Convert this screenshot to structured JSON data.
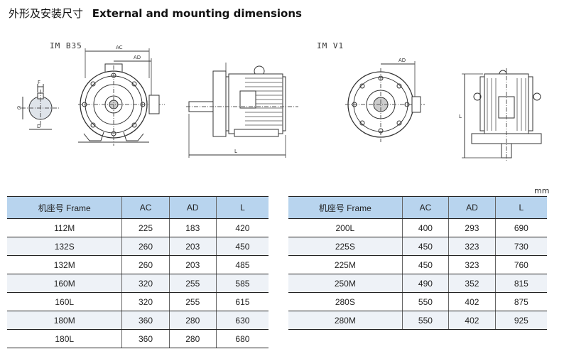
{
  "title": {
    "zh": "外形及安装尺寸",
    "en": "External and mounting dimensions"
  },
  "drawings": {
    "b35_label": "IM B35",
    "v1_label": "IM V1",
    "dim_ac": "AC",
    "dim_ad": "AD",
    "dim_l": "L",
    "dim_f": "F",
    "dim_g": "G",
    "dim_d": "D"
  },
  "unit": "mm",
  "table_left": {
    "headers": [
      "机座号 Frame",
      "AC",
      "AD",
      "L"
    ],
    "rows": [
      [
        "112M",
        "225",
        "183",
        "420"
      ],
      [
        "132S",
        "260",
        "203",
        "450"
      ],
      [
        "132M",
        "260",
        "203",
        "485"
      ],
      [
        "160M",
        "320",
        "255",
        "585"
      ],
      [
        "160L",
        "320",
        "255",
        "615"
      ],
      [
        "180M",
        "360",
        "280",
        "630"
      ],
      [
        "180L",
        "360",
        "280",
        "680"
      ]
    ]
  },
  "table_right": {
    "headers": [
      "机座号 Frame",
      "AC",
      "AD",
      "L"
    ],
    "rows": [
      [
        "200L",
        "400",
        "293",
        "690"
      ],
      [
        "225S",
        "450",
        "323",
        "730"
      ],
      [
        "225M",
        "450",
        "323",
        "760"
      ],
      [
        "250M",
        "490",
        "352",
        "815"
      ],
      [
        "280S",
        "550",
        "402",
        "875"
      ],
      [
        "280M",
        "550",
        "402",
        "925"
      ]
    ]
  }
}
